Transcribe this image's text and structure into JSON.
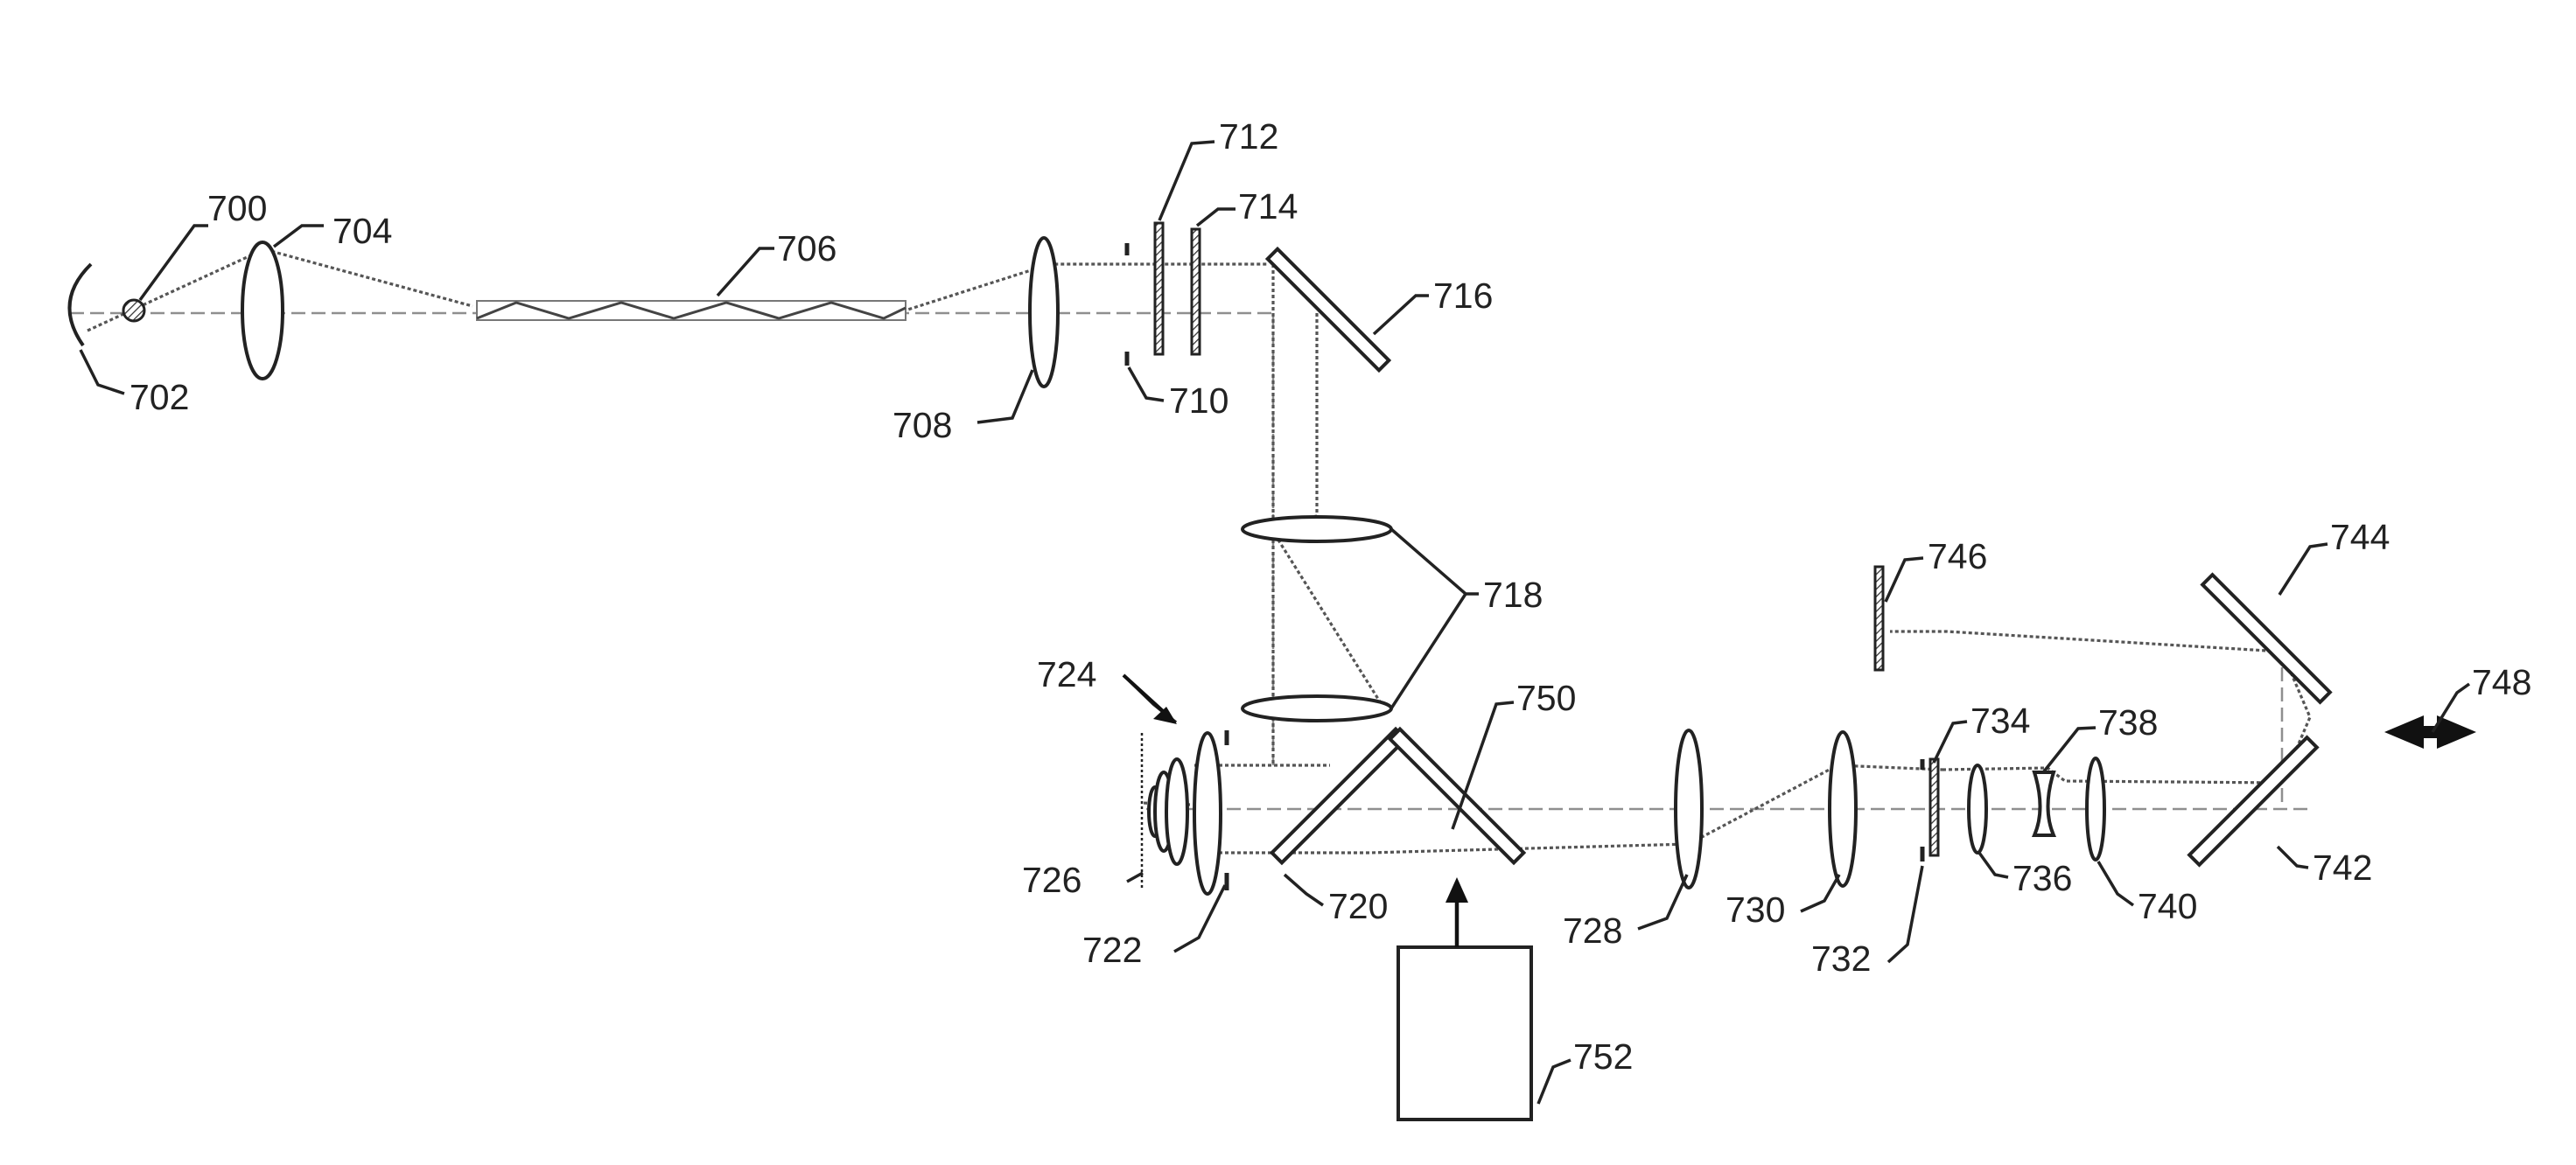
{
  "figure": {
    "labels": {
      "l700": "700",
      "l702": "702",
      "l704": "704",
      "l706": "706",
      "l708": "708",
      "l710": "710",
      "l712": "712",
      "l714": "714",
      "l716": "716",
      "l718": "718",
      "l720": "720",
      "l722": "722",
      "l724": "724",
      "l726": "726",
      "l728": "728",
      "l730": "730",
      "l732": "732",
      "l734": "734",
      "l736": "736",
      "l738": "738",
      "l740": "740",
      "l742": "742",
      "l744": "744",
      "l746": "746",
      "l748": "748",
      "l750": "750",
      "l752": "752"
    }
  }
}
